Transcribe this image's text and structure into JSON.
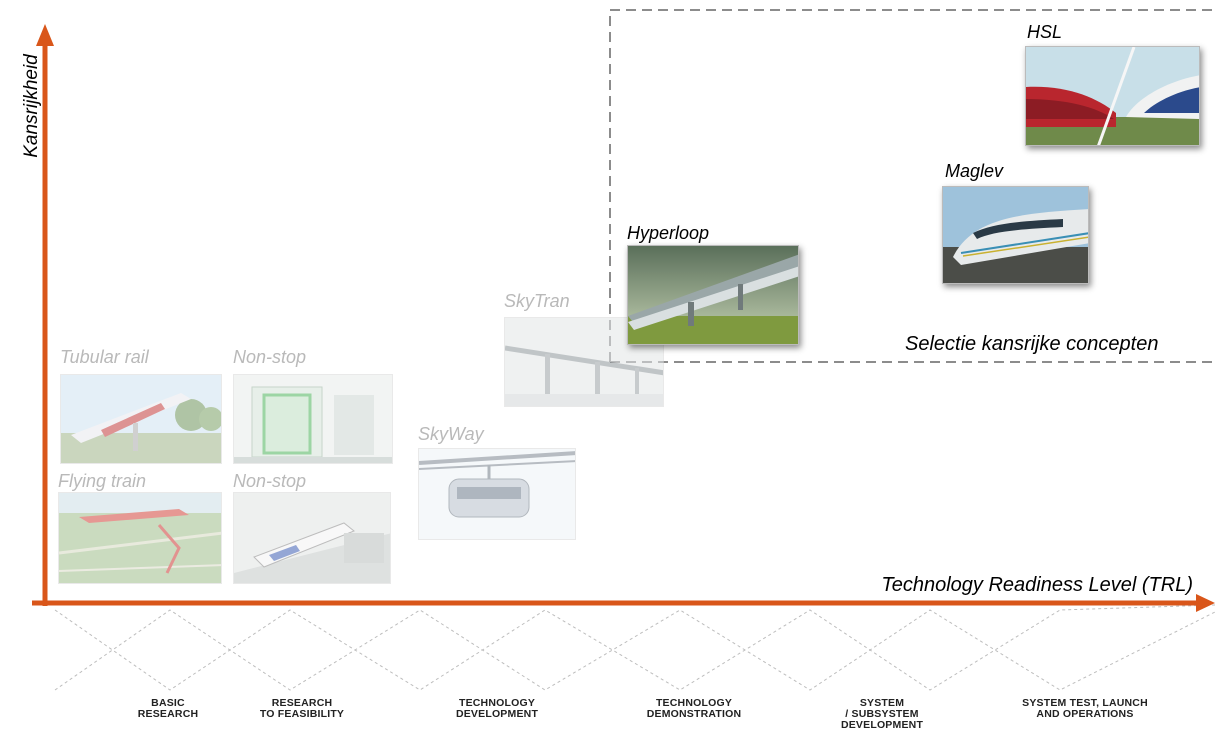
{
  "axes": {
    "y_title": "Kansrijkheid",
    "x_title": "Technology Readiness Level (TRL)",
    "color": "#d9561a"
  },
  "selection": {
    "label": "Selectie kansrijke concepten"
  },
  "concepts": [
    {
      "id": "tubular-rail",
      "label": "Tubular rail",
      "faded": true,
      "image": "elevated-tube-train-photo"
    },
    {
      "id": "non-stop-1",
      "label": "Non-stop",
      "faded": true,
      "image": "train-interior-door-photo"
    },
    {
      "id": "flying-train",
      "label": "Flying train",
      "faded": true,
      "image": "flying-train-over-fields-photo"
    },
    {
      "id": "non-stop-2",
      "label": "Non-stop",
      "faded": true,
      "image": "detachable-train-pod-photo"
    },
    {
      "id": "skyway",
      "label": "SkyWay",
      "faded": true,
      "image": "suspended-rail-car-photo"
    },
    {
      "id": "skytran",
      "label": "SkyTran",
      "faded": true,
      "image": "elevated-pod-track-photo"
    },
    {
      "id": "hyperloop",
      "label": "Hyperloop",
      "faded": false,
      "image": "hyperloop-tube-landscape-photo"
    },
    {
      "id": "maglev",
      "label": "Maglev",
      "faded": false,
      "image": "maglev-train-photo"
    },
    {
      "id": "hsl",
      "label": "HSL",
      "faded": false,
      "image": "high-speed-trains-photo"
    }
  ],
  "trl_stages": [
    {
      "label": "BASIC\nRESEARCH"
    },
    {
      "label": "RESEARCH\nTO FEASIBILITY"
    },
    {
      "label": "TECHNOLOGY\nDEVELOPMENT"
    },
    {
      "label": "TECHNOLOGY\nDEMONSTRATION"
    },
    {
      "label": "SYSTEM\n/ SUBSYSTEM\nDEVELOPMENT"
    },
    {
      "label": "SYSTEM TEST, LAUNCH\nAND OPERATIONS"
    }
  ]
}
